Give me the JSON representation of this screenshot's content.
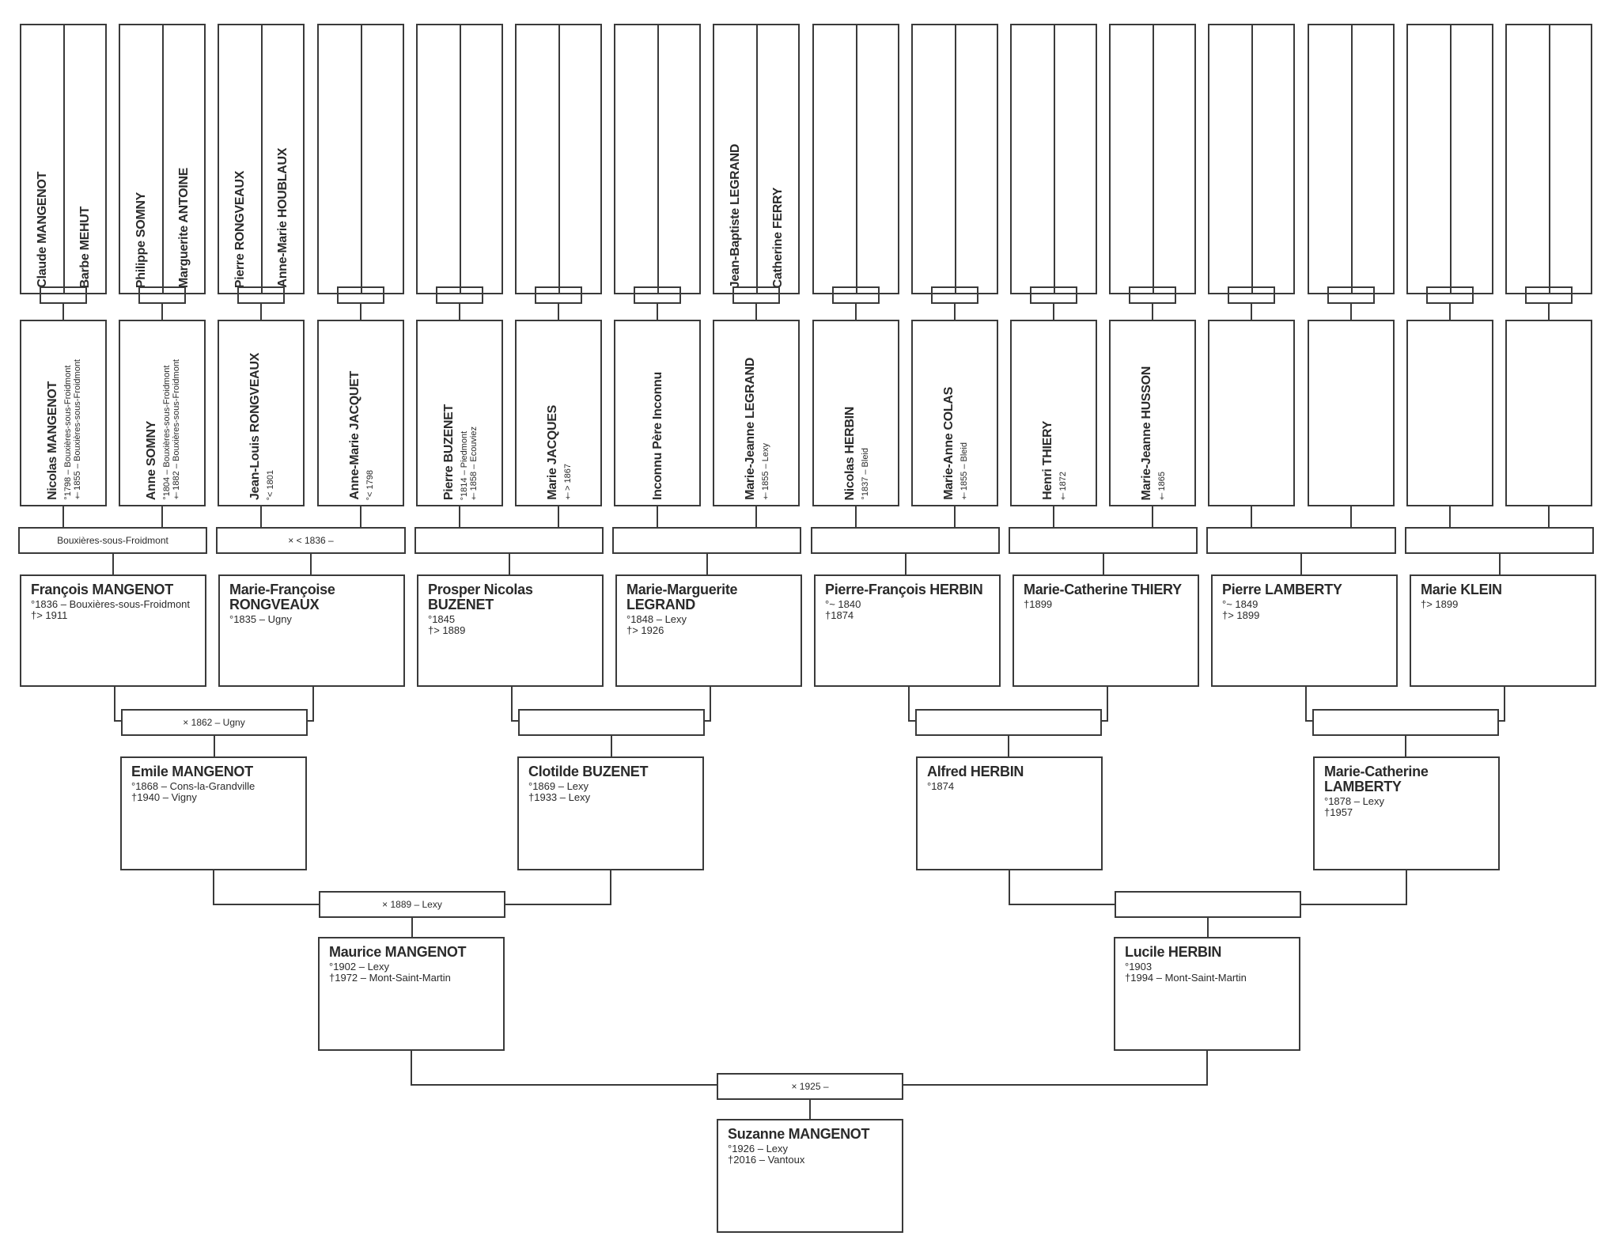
{
  "ancestors_gen5": [
    {
      "father": "Claude MANGENOT",
      "mother": "Barbe MEHUT"
    },
    {
      "father": "Philippe SOMNY",
      "mother": "Marguerite ANTOINE"
    },
    {
      "father": "Pierre RONGVEAUX",
      "mother": "Anne-Marie HOUBLAUX"
    },
    {
      "father": "",
      "mother": ""
    },
    {
      "father": "",
      "mother": ""
    },
    {
      "father": "",
      "mother": ""
    },
    {
      "father": "",
      "mother": ""
    },
    {
      "father": "Jean-Baptiste LEGRAND",
      "mother": "Catherine FERRY"
    },
    {
      "father": "",
      "mother": ""
    },
    {
      "father": "",
      "mother": ""
    },
    {
      "father": "",
      "mother": ""
    },
    {
      "father": "",
      "mother": ""
    },
    {
      "father": "",
      "mother": ""
    },
    {
      "father": "",
      "mother": ""
    },
    {
      "father": "",
      "mother": ""
    },
    {
      "father": "",
      "mother": ""
    }
  ],
  "ancestors_gen4": [
    {
      "name": "Nicolas MANGENOT",
      "details": [
        "°1798 – Bouxières-sous-Froidmont",
        "†1855 – Bouxières-sous-Froidmont"
      ]
    },
    {
      "name": "Anne SOMNY",
      "details": [
        "°1804 – Bouxières-sous-Froidmont",
        "†1882 – Bouxières-sous-Froidmont"
      ]
    },
    {
      "name": "Jean-Louis RONGVEAUX",
      "details": [
        "°< 1801"
      ]
    },
    {
      "name": "Anne-Marie JACQUET",
      "details": [
        "°< 1798"
      ]
    },
    {
      "name": "Pierre BUZENET",
      "details": [
        "°1814 – Piedmont",
        "†1858 – Ecouviez"
      ]
    },
    {
      "name": "Marie JACQUES",
      "details": [
        "†> 1867"
      ]
    },
    {
      "name": "Inconnu Père Inconnu",
      "details": []
    },
    {
      "name": "Marie-Jeanne LEGRAND",
      "details": [
        "†1855 – Lexy"
      ]
    },
    {
      "name": "Nicolas HERBIN",
      "details": [
        "°1837 – Bleid"
      ]
    },
    {
      "name": "Marie-Anne COLAS",
      "details": [
        "†1855 – Bleid"
      ]
    },
    {
      "name": "Henri THIERY",
      "details": [
        "†1872"
      ]
    },
    {
      "name": "Marie-Jeanne HUSSON",
      "details": [
        "†1865"
      ]
    },
    {
      "name": "",
      "details": []
    },
    {
      "name": "",
      "details": []
    },
    {
      "name": "",
      "details": []
    },
    {
      "name": "",
      "details": []
    }
  ],
  "marriages_gen4": [
    "Bouxières-sous-Froidmont",
    "× < 1836 –",
    "",
    "",
    "",
    "",
    "",
    ""
  ],
  "ancestors_gen3": [
    {
      "name": "François MANGENOT",
      "details": [
        "°1836 – Bouxières-sous-Froidmont",
        "†> 1911"
      ]
    },
    {
      "name": "Marie-Françoise RONGVEAUX",
      "details": [
        "°1835 – Ugny"
      ]
    },
    {
      "name": "Prosper Nicolas BUZENET",
      "details": [
        "°1845",
        "†> 1889"
      ]
    },
    {
      "name": "Marie-Marguerite LEGRAND",
      "details": [
        "°1848 – Lexy",
        "†> 1926"
      ]
    },
    {
      "name": "Pierre-François HERBIN",
      "details": [
        "°~ 1840",
        "†1874"
      ]
    },
    {
      "name": "Marie-Catherine THIERY",
      "details": [
        "†1899"
      ]
    },
    {
      "name": "Pierre LAMBERTY",
      "details": [
        "°~ 1849",
        "†> 1899"
      ]
    },
    {
      "name": "Marie KLEIN",
      "details": [
        "†> 1899"
      ]
    }
  ],
  "marriages_gen3": [
    "× 1862 – Ugny",
    "",
    "",
    ""
  ],
  "ancestors_gen2": [
    {
      "name": "Emile MANGENOT",
      "details": [
        "°1868 – Cons-la-Grandville",
        "†1940 – Vigny"
      ]
    },
    {
      "name": "Clotilde BUZENET",
      "details": [
        "°1869 – Lexy",
        "†1933 – Lexy"
      ]
    },
    {
      "name": "Alfred HERBIN",
      "details": [
        "°1874"
      ]
    },
    {
      "name": "Marie-Catherine LAMBERTY",
      "details": [
        "°1878 – Lexy",
        "†1957"
      ]
    }
  ],
  "marriages_gen2": [
    "× 1889 – Lexy",
    ""
  ],
  "parents": [
    {
      "name": "Maurice MANGENOT",
      "details": [
        "°1902 – Lexy",
        "†1972 – Mont-Saint-Martin"
      ]
    },
    {
      "name": "Lucile HERBIN",
      "details": [
        "°1903",
        "†1994 – Mont-Saint-Martin"
      ]
    }
  ],
  "marriage_parents": "× 1925 –",
  "root": {
    "name": "Suzanne MANGENOT",
    "details": [
      "°1926 – Lexy",
      "†2016 – Vantoux"
    ]
  }
}
